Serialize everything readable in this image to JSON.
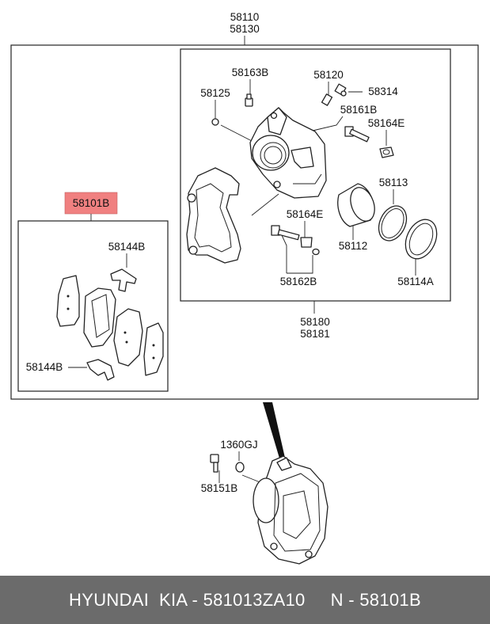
{
  "labels": {
    "assembly_a": "58110",
    "assembly_b": "58130",
    "pad_kit": "58101B",
    "shim_top": "58144B",
    "shim_bottom": "58144B",
    "sensor": "58163B",
    "bleeder_cap": "58125",
    "bleeder": "58120",
    "bleeder_cap2": "58314",
    "guide_bolt_top": "58161B",
    "boot_top": "58164E",
    "seal": "58113",
    "boot_bottom": "58164E",
    "piston": "58112",
    "guide_bolt_bottom": "58162B",
    "dust_boot": "58114A",
    "caliper_a": "58180",
    "caliper_b": "58181",
    "washer": "1360GJ",
    "mount_bolt": "58151B"
  },
  "highlight_color": "#f08080",
  "footer": {
    "text": "HYUNDAI  KIA - 581013ZA10     N - 58101B"
  }
}
